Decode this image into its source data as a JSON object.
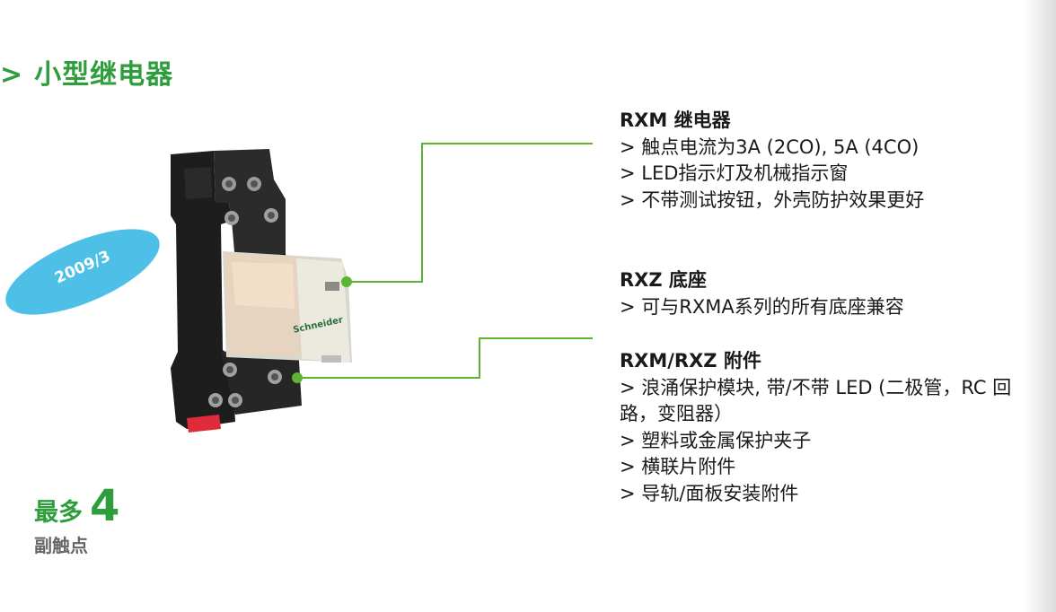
{
  "section": {
    "marker": ">",
    "title": "小型继电器"
  },
  "badge": {
    "text": "2009/3"
  },
  "relay": {
    "brand": "Schneider"
  },
  "callouts": {
    "rxm": {
      "model": "RXM",
      "name": "继电器",
      "items": [
        "> 触点电流为3A (2CO), 5A (4CO)",
        "> LED指示灯及机械指示窗",
        "> 不带测试按钮，外壳防护效果更好"
      ]
    },
    "rxz": {
      "model": "RXZ",
      "name": "底座",
      "items": [
        "> 可与RXMA系列的所有底座兼容"
      ]
    },
    "accessories": {
      "model": "RXM/RXZ",
      "name": "附件",
      "items": [
        "> 浪涌保护模块, 带/不带 LED (二极管，RC 回路，变阻器）",
        "> 塑料或金属保护夹子",
        "> 横联片附件",
        "> 导轨/面板安装附件"
      ]
    }
  },
  "stat": {
    "label": "最多",
    "value": "4",
    "caption": "副触点"
  },
  "colors": {
    "accent_green": "#2e9d3c",
    "leader_green": "#5cb531",
    "badge_blue": "#4ec0e8",
    "gray_text": "#666666"
  }
}
